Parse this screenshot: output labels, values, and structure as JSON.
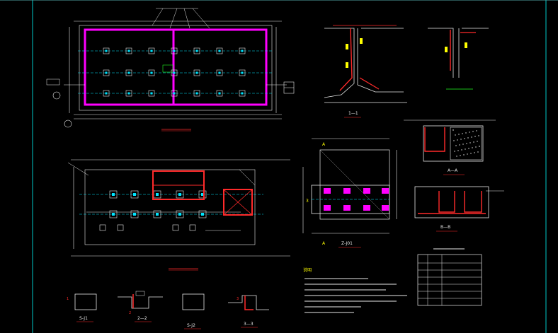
{
  "sheet": {
    "background": "#000000",
    "frame_color": "#00c8c8",
    "colors": {
      "wall": "#ff00ff",
      "rebar": "#ff2a2a",
      "dim": "#e8e8e8",
      "axis": "#00e5ff",
      "label": "#ffff00",
      "detail": "#f0f0f0",
      "leader": "#22ff22"
    }
  },
  "labels": {
    "sec_1_1": "1—1",
    "sec_2_2": "2—2",
    "sec_3_3": "3—3",
    "sec_a_a": "A—A",
    "sec_b_b": "B—B",
    "sj_1": "S-J1",
    "sj_2": "S-J2",
    "zj": "Z-J01",
    "axis_a": "A",
    "axis_3": "3",
    "mark_1": "1",
    "mark_2": "2",
    "notes_title": "说明"
  }
}
